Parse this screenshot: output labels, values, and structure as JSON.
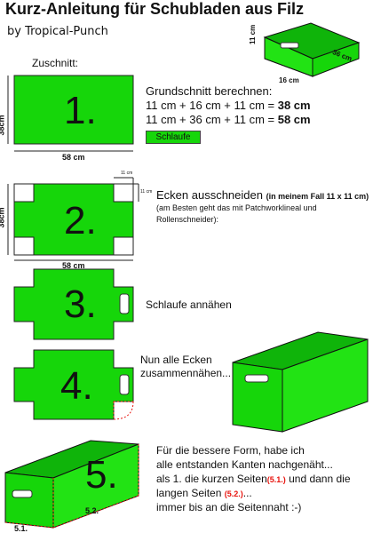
{
  "header": {
    "title": "Kurz-Anleitung für Schubladen aus Filz",
    "byline": "by Tropical-Punch"
  },
  "colors": {
    "felt": "#16d60a",
    "seam": "#e8130d"
  },
  "box_preview": {
    "d11": "11 cm",
    "d16": "16 cm",
    "d36": "36 cm"
  },
  "step1": {
    "heading": "Zuschnitt:",
    "number": "1.",
    "height_label": "38cm",
    "width_label": "58 cm",
    "formula_title": "Grundschnitt berechnen:",
    "formula_line1_prefix": "11 cm + 16 cm + 11 cm = ",
    "formula_line1_result": "38 cm",
    "formula_line2_prefix": "11 cm + 36 cm + 11 cm = ",
    "formula_line2_result": "58 cm",
    "loop_button": "Schlaufe"
  },
  "step2": {
    "number": "2.",
    "height_label": "38cm",
    "width_label": "58 cm",
    "corner_w": "11 cm",
    "corner_h": "11 cm",
    "text_main": "Ecken ausschneiden",
    "text_case": "(in meinem Fall 11 x 11 cm)",
    "text_note1": "(am Besten geht das mit Patchworklineal und",
    "text_note2": "Rollenschneider)",
    "text_colon": ":"
  },
  "step3": {
    "number": "3.",
    "text": "Schlaufe annähen"
  },
  "step4": {
    "number": "4.",
    "text_line1": "Nun alle Ecken",
    "text_line2": "zusammennähen..."
  },
  "step5": {
    "number": "5.",
    "line1": "Für die bessere Form, habe ich",
    "line2": "alle entstanden Kanten nachgenäht...",
    "line3": "als 1. die kurzen Seiten",
    "ref1": "(5.1.)",
    "line4a": " und dann die",
    "line4": "langen Seiten ",
    "ref2": "(5.2.)",
    "line4b": "...",
    "line5": "immer bis an die Seitennaht :-)",
    "edge1": "5.1.",
    "edge2": "5.2."
  }
}
